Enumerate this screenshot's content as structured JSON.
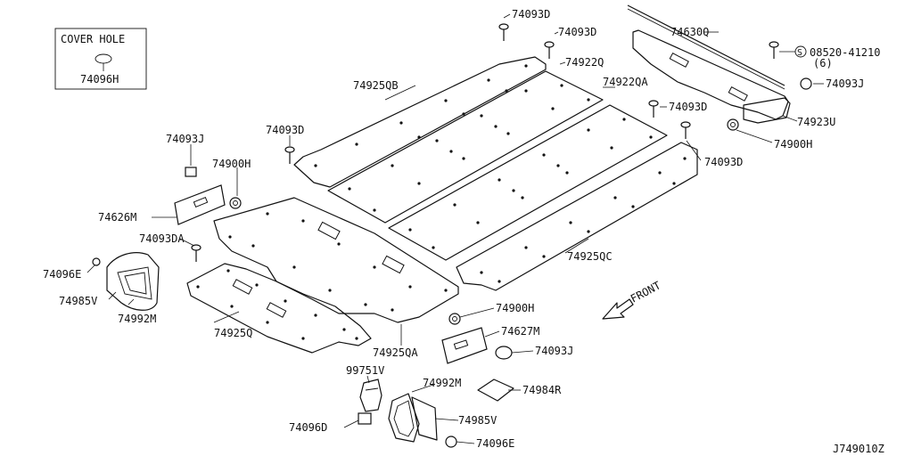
{
  "legend": {
    "title": "COVER HOLE",
    "part": "74096H"
  },
  "labels": {
    "p74093D_top": "74093D",
    "p74093D_2": "74093D",
    "p74922Q": "74922Q",
    "p74630Q": "74630Q",
    "p08520": "08520-41210",
    "p08520_qty": "(6)",
    "p08520_s": "S",
    "p74093J_r": "74093J",
    "p74925QB": "74925QB",
    "p74922QA": "74922QA",
    "p74093D_3": "74093D",
    "p74923U": "74923U",
    "p74900H_r": "74900H",
    "p74093D_l": "74093D",
    "p74093D_r2": "74093D",
    "p74093J_l": "74093J",
    "p74900H_l": "74900H",
    "p74626M": "74626M",
    "p74093DA": "74093DA",
    "p74096E_l": "74096E",
    "p74985V_l": "74985V",
    "p74992M_l": "74992M",
    "p74925QC": "74925QC",
    "p74925Q": "74925Q",
    "p74925QA": "74925QA",
    "p74900H_b": "74900H",
    "p74627M": "74627M",
    "p74093J_b": "74093J",
    "p99751V": "99751V",
    "p74992M_b": "74992M",
    "p74984R": "74984R",
    "p74985V_b": "74985V",
    "p74096D": "74096D",
    "p74096E_b": "74096E",
    "front": "FRONT",
    "drawing_no": "J749010Z"
  }
}
